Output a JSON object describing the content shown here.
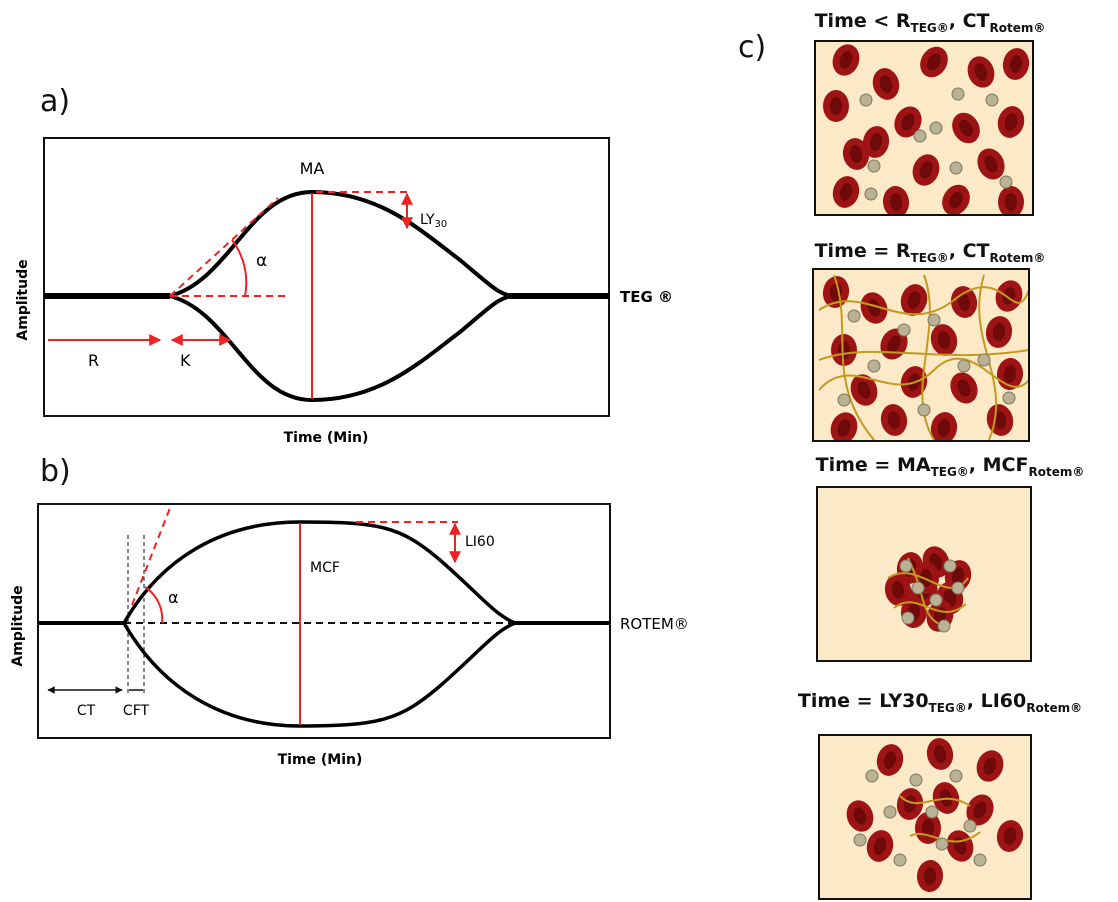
{
  "panels": {
    "a": {
      "letter": "a)",
      "y_label": "Amplitude",
      "x_label": "Time (Min)",
      "trace_label": "TEG ®",
      "params": {
        "ma": "MA",
        "ly": "LY",
        "ly_sub": "30",
        "alpha": "α",
        "r": "R",
        "k": "K"
      }
    },
    "b": {
      "letter": "b)",
      "y_label": "Amplitude",
      "x_label": "Time (Min)",
      "trace_label": "ROTEM®",
      "params": {
        "mcf": "MCF",
        "li60": "LI60",
        "alpha": "α",
        "ct": "CT",
        "cft": "CFT"
      }
    },
    "c": {
      "letter": "c)",
      "stages": [
        {
          "pre": "Time < R",
          "s1": "TEG®",
          "mid": ", CT",
          "s2": "Rotem®"
        },
        {
          "pre": "Time = R",
          "s1": "TEG®",
          "mid": ", CT",
          "s2": "Rotem®"
        },
        {
          "pre": "Time = MA",
          "s1": "TEG®",
          "mid": ", MCF",
          "s2": "Rotem®"
        },
        {
          "pre": "Time = LY30",
          "s1": "TEG®",
          "mid": ", LI60",
          "s2": "Rotem®"
        }
      ]
    }
  },
  "colors": {
    "trace": "#000000",
    "annotation": "#ee2222",
    "rbc": "#9e1313",
    "platelet": "#b9b295",
    "fibrin": "#c49a1e",
    "background": "#fbe9c8"
  }
}
